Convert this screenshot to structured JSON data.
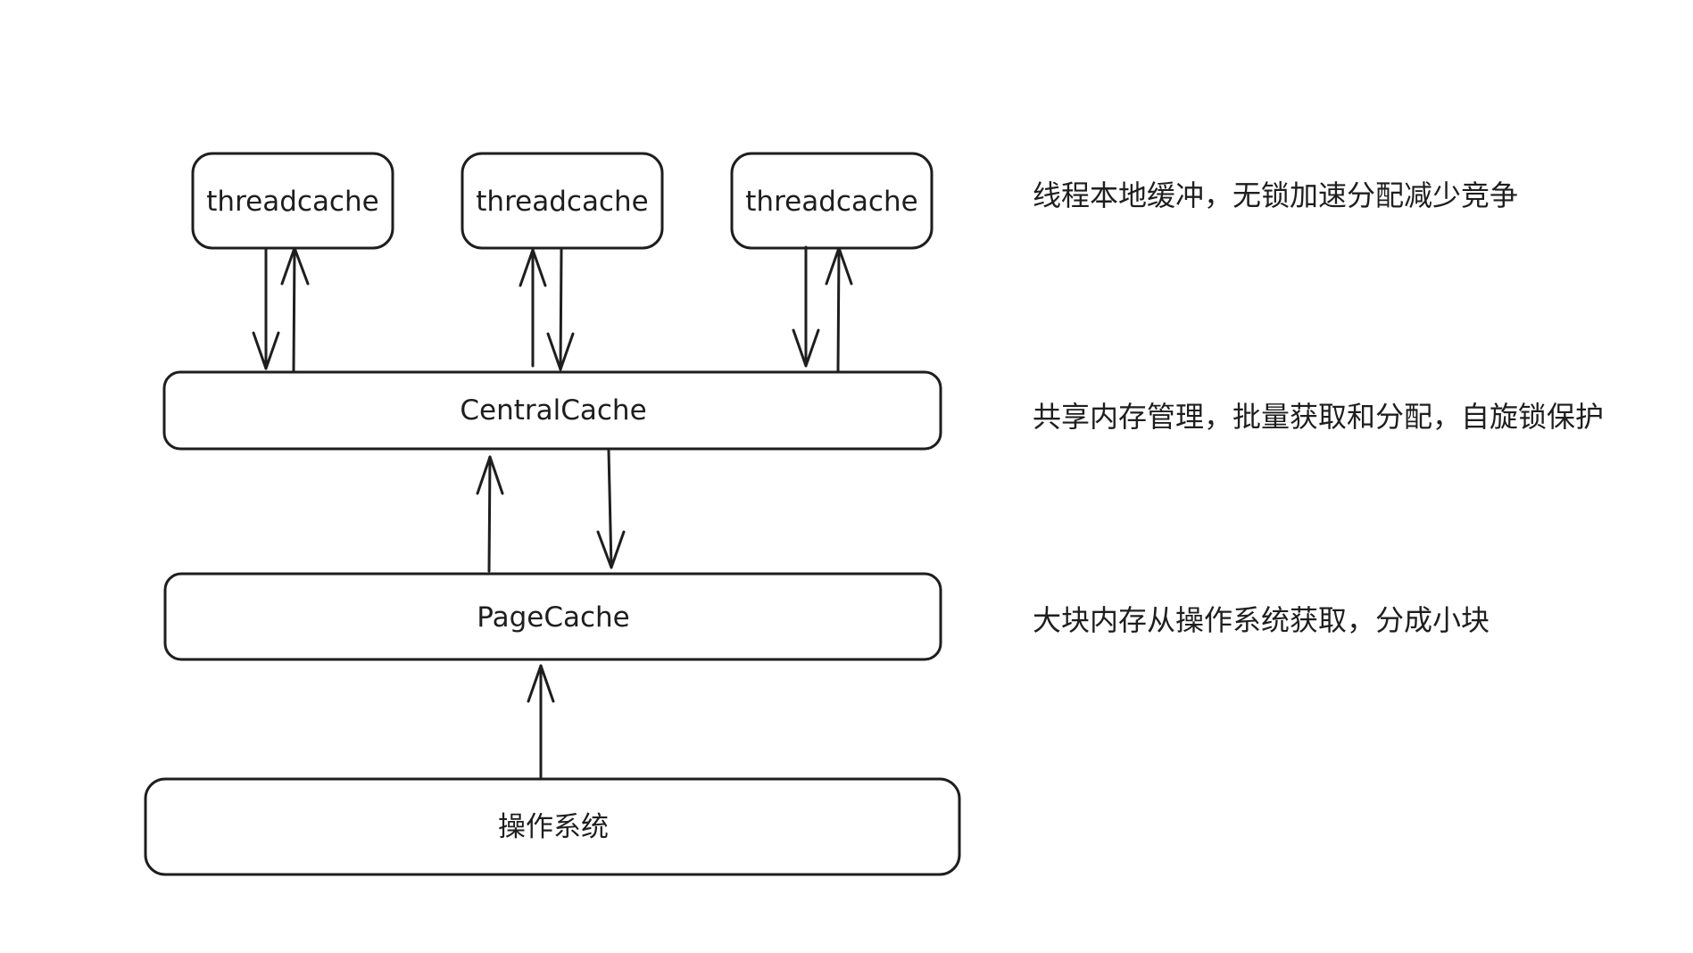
{
  "nodes": {
    "threadcache_1": {
      "label": "threadcache"
    },
    "threadcache_2": {
      "label": "threadcache"
    },
    "threadcache_3": {
      "label": "threadcache"
    },
    "central_cache": {
      "label": "CentralCache"
    },
    "page_cache": {
      "label": "PageCache"
    },
    "os": {
      "label": "操作系统"
    }
  },
  "annotations": {
    "thread_layer": "线程本地缓冲，无锁加速分配减少竞争",
    "central_layer": "共享内存管理，批量获取和分配，自旋锁保护",
    "page_layer": "大块内存从操作系统获取，分成小块"
  },
  "edges": [
    {
      "from": "threadcache_1",
      "to": "central_cache"
    },
    {
      "from": "central_cache",
      "to": "threadcache_1"
    },
    {
      "from": "central_cache",
      "to": "threadcache_2"
    },
    {
      "from": "threadcache_2",
      "to": "central_cache"
    },
    {
      "from": "threadcache_3",
      "to": "central_cache"
    },
    {
      "from": "central_cache",
      "to": "threadcache_3"
    },
    {
      "from": "page_cache",
      "to": "central_cache"
    },
    {
      "from": "central_cache",
      "to": "page_cache"
    },
    {
      "from": "os",
      "to": "page_cache"
    }
  ],
  "colors": {
    "stroke": "#1e1e1e",
    "background": "#ffffff"
  }
}
